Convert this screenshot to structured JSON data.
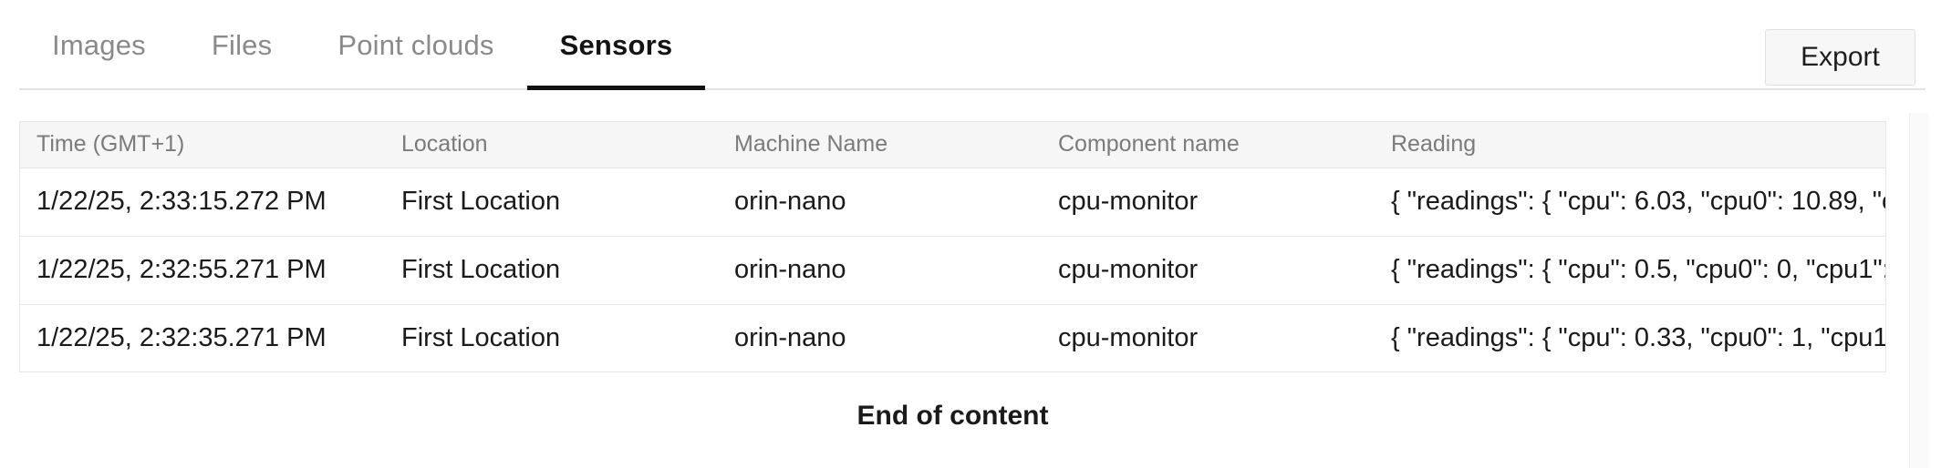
{
  "tabs": [
    {
      "label": "Images",
      "active": false
    },
    {
      "label": "Files",
      "active": false
    },
    {
      "label": "Point clouds",
      "active": false
    },
    {
      "label": "Sensors",
      "active": true
    }
  ],
  "toolbar": {
    "export_label": "Export"
  },
  "table": {
    "columns": [
      "Time (GMT+1)",
      "Location",
      "Machine Name",
      "Component name",
      "Reading"
    ],
    "rows": [
      {
        "time": "1/22/25, 2:33:15.272 PM",
        "location": "First Location",
        "machine": "orin-nano",
        "component": "cpu-monitor",
        "reading": "{ \"readings\": { \"cpu\": 6.03, \"cpu0\": 10.89, \"c.."
      },
      {
        "time": "1/22/25, 2:32:55.271 PM",
        "location": "First Location",
        "machine": "orin-nano",
        "component": "cpu-monitor",
        "reading": "{ \"readings\": { \"cpu\": 0.5, \"cpu0\": 0, \"cpu1\": .."
      },
      {
        "time": "1/22/25, 2:32:35.271 PM",
        "location": "First Location",
        "machine": "orin-nano",
        "component": "cpu-monitor",
        "reading": "{ \"readings\": { \"cpu\": 0.33, \"cpu0\": 1, \"cpu1\".."
      }
    ]
  },
  "footer": {
    "end_of_content": "End of content"
  },
  "colors": {
    "active_tab": "#141414",
    "inactive_tab": "#8a8a8a",
    "header_bg": "#f6f6f6",
    "border": "#e6e6e6",
    "button_bg": "#f7f7f7"
  }
}
